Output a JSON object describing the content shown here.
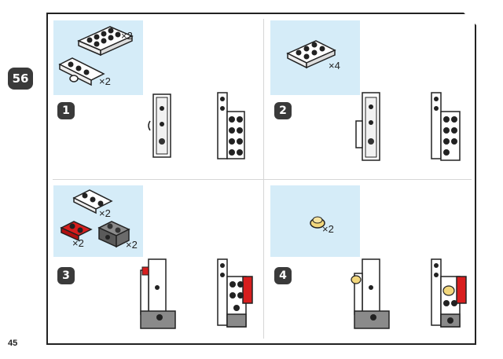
{
  "page_badge": "56",
  "page_number": "45",
  "steps": [
    {
      "number": "1",
      "parts": [
        {
          "qty": "×2"
        },
        {
          "qty": "×2"
        }
      ]
    },
    {
      "number": "2",
      "parts": [
        {
          "qty": "×4"
        }
      ]
    },
    {
      "number": "3",
      "parts": [
        {
          "qty": "×2"
        },
        {
          "qty": "×2"
        },
        {
          "qty": "×2"
        }
      ]
    },
    {
      "number": "4",
      "parts": [
        {
          "qty": "×2"
        }
      ]
    }
  ],
  "colors": {
    "parts_background": "#d5ecf8",
    "badge": "#3a3a3a",
    "brick_white": "#ffffff",
    "brick_red": "#d81e1e",
    "brick_gray": "#6b6b6b",
    "brick_yellow": "#f2d77c"
  }
}
